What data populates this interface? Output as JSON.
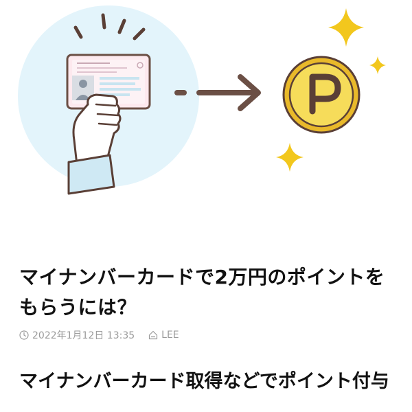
{
  "article": {
    "title": "マイナンバーカードで2万円のポイントをもらうには？",
    "date": "2022年1月12日 13:35",
    "source": "LEE",
    "section_heading": "マイナンバーカード取得などでポイント付与"
  },
  "icons": {
    "date": "clock-icon",
    "source": "source-tag-icon"
  },
  "colors": {
    "circle_bg": "#e3f4fb",
    "arrow": "#6b4f45",
    "coin_outer": "#f1cc3a",
    "coin_inner": "#f6dc5a",
    "sparkle": "#f2c71d",
    "card_border": "#6b4f45",
    "meta_text": "#9a9a9a"
  }
}
